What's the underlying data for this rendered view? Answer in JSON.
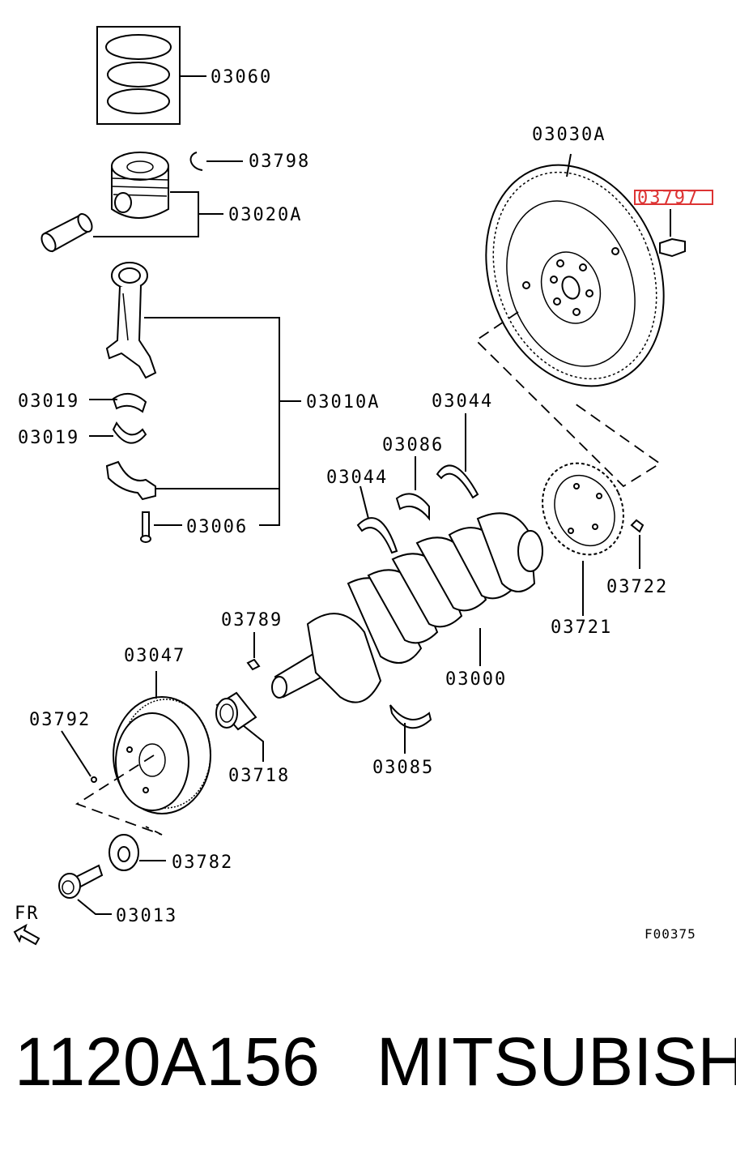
{
  "labels": {
    "p03060": "03060",
    "p03798": "03798",
    "p03020A": "03020A",
    "p03010A": "03010A",
    "p03019a": "03019",
    "p03019b": "03019",
    "p03006": "03006",
    "p03030A": "03030A",
    "p03797": "03797",
    "p03044a": "03044",
    "p03086": "03086",
    "p03044b": "03044",
    "p03722": "03722",
    "p03721": "03721",
    "p03789": "03789",
    "p03047": "03047",
    "p03000": "03000",
    "p03792": "03792",
    "p03718": "03718",
    "p03085": "03085",
    "p03782": "03782",
    "p03013": "03013",
    "fr": "FR",
    "code": "F00375"
  },
  "footer": {
    "part_number": "1120A156",
    "brand": "MITSUBISHI"
  },
  "highlight_color": "#d33333"
}
